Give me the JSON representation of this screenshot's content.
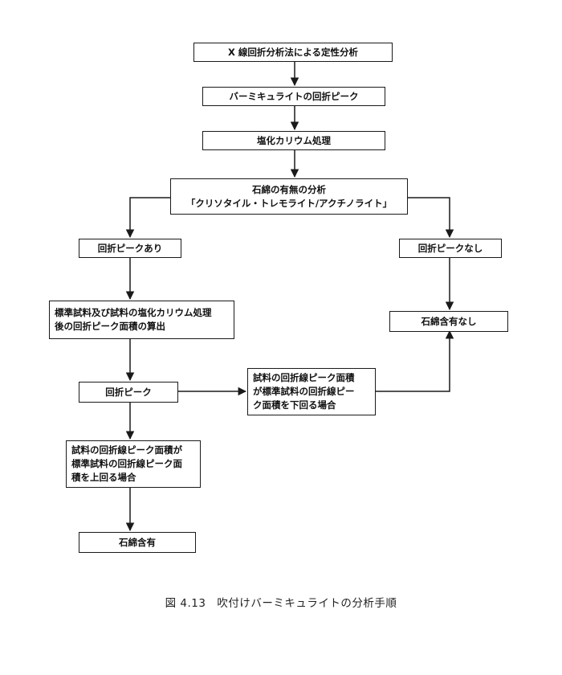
{
  "nodes": {
    "xrd": "X 線回折分析法による定性分析",
    "peak": "バーミキュライトの回折ピーク",
    "kcl": "塩化カリウム処理",
    "asbestos_line1": "石綿の有無の分析",
    "asbestos_line2": "「クリソタイル・トレモライト/アクチノライト」",
    "peak_yes": "回折ピークあり",
    "std_line1": "標準試料及び試料の塩化カリウム処理",
    "std_line2": "後の回折ピーク面積の算出",
    "peak_node": "回折ピーク",
    "above_line1": "試料の回折線ピーク面積が",
    "above_line2": "標準試料の回折線ピーク面",
    "above_line3": "積を上回る場合",
    "contains": "石綿含有",
    "below_line1": "試料の回折線ピーク面積",
    "below_line2": "が標準試料の回折線ピー",
    "below_line3": "ク面積を下回る場合",
    "peak_no": "回折ピークなし",
    "not_contains": "石綿含有なし"
  },
  "caption": "図 4.13　吹付けバーミキュライトの分析手順",
  "colors": {
    "line": "#1a1a1a",
    "background": "#ffffff"
  }
}
